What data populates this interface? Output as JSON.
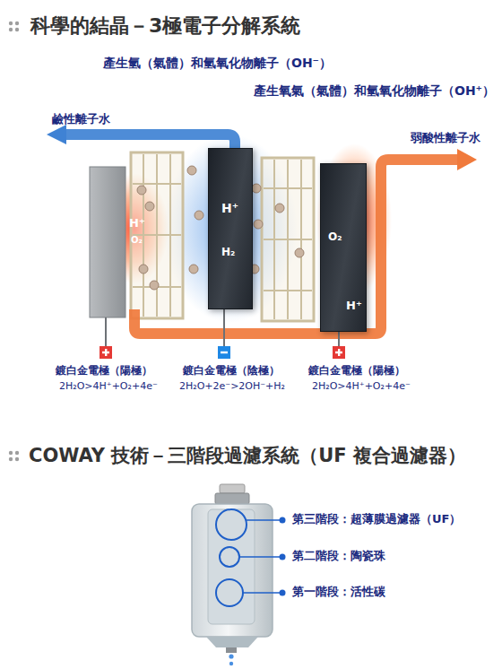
{
  "diagram": {
    "title": "科學的結晶－3極電子分解系統",
    "nodes": [
      {
        "text": [
          "H⁺",
          "H₂"
        ]
      },
      {
        "text": [
          "O₂",
          "H⁺"
        ]
      }
    ],
    "labels": [
      "產生氫（氣體）和氫氧化物離子（OH⁻）",
      "產生氧氣（氣體）和氫氧化物離子（OH⁺）",
      "鹼性離子水",
      "弱酸性離子水",
      "H⁺",
      "O₂",
      "鍍白金電極（陽極）",
      "2H₂O>4H⁺+O₂+4e⁻",
      "鍍白金電極（陰極）",
      "2H₂O+2e⁻>2OH⁻+H₂",
      "鍍白金電極（陽極）",
      "2H₂O>4H⁺+O₂+4e⁻",
      "COWAY 技術－三階段過濾系統（UF 複合過濾器）",
      "第三階段：超薄膜過濾器（UF）",
      "第二階段：陶瓷珠",
      "第一階段：活性碳"
    ]
  }
}
